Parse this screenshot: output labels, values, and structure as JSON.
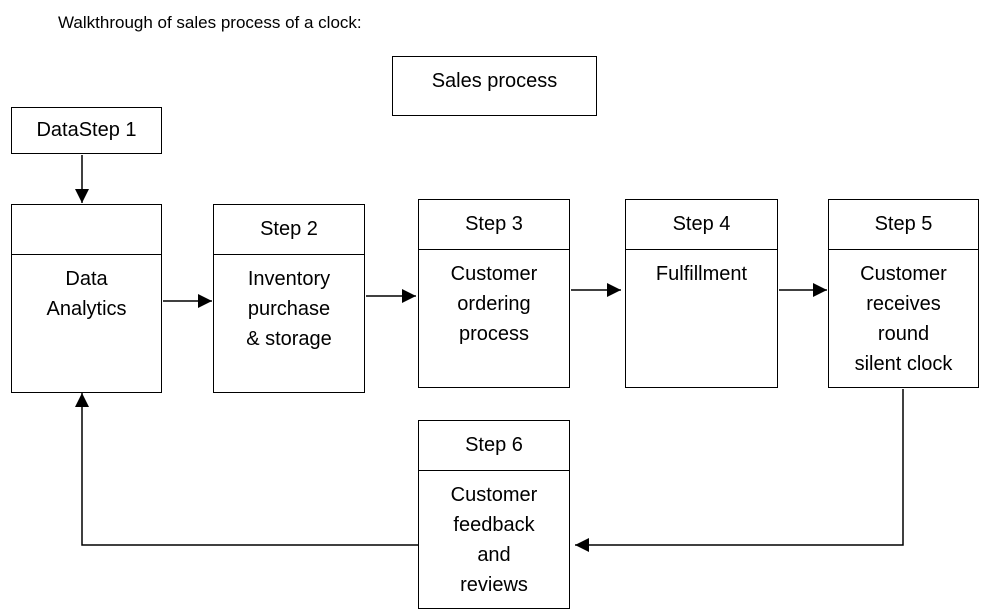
{
  "caption": "Walkthrough of sales process of a clock:",
  "title": "Sales process",
  "data_step": "DataStep 1",
  "steps": [
    {
      "head": "",
      "lines": [
        "Data",
        "Analytics"
      ]
    },
    {
      "head": "Step 2",
      "lines": [
        "Inventory",
        "purchase",
        "& storage"
      ]
    },
    {
      "head": "Step 3",
      "lines": [
        "Customer",
        "ordering",
        "process"
      ]
    },
    {
      "head": "Step 4",
      "lines": [
        "Fulfillment"
      ]
    },
    {
      "head": "Step 5",
      "lines": [
        "Customer",
        "receives",
        "round",
        "silent clock"
      ]
    },
    {
      "head": "Step 6",
      "lines": [
        "Customer",
        "feedback",
        "and",
        "reviews"
      ]
    }
  ]
}
